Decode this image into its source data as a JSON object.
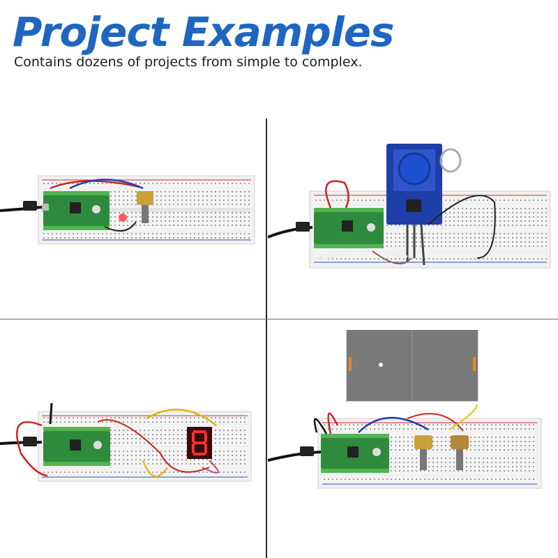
{
  "header": {
    "title": "Project Examples",
    "subtitle": "Contains dozens of projects from simple to complex."
  },
  "colors": {
    "title": "#1f66c1",
    "board_green": "#2e8b3d",
    "breadboard": "#f3f3f3",
    "rail_red": "#d12b2b",
    "rail_blue": "#2b4fc0",
    "rfid_blue": "#1e3fa8",
    "game_bg": "#7a7a7a",
    "paddle": "#e08a20"
  },
  "photos": [
    {
      "name": "potentiometer-led-project"
    },
    {
      "name": "rfid-reader-project"
    },
    {
      "name": "seven-segment-display-project"
    },
    {
      "name": "pong-game-project"
    }
  ]
}
